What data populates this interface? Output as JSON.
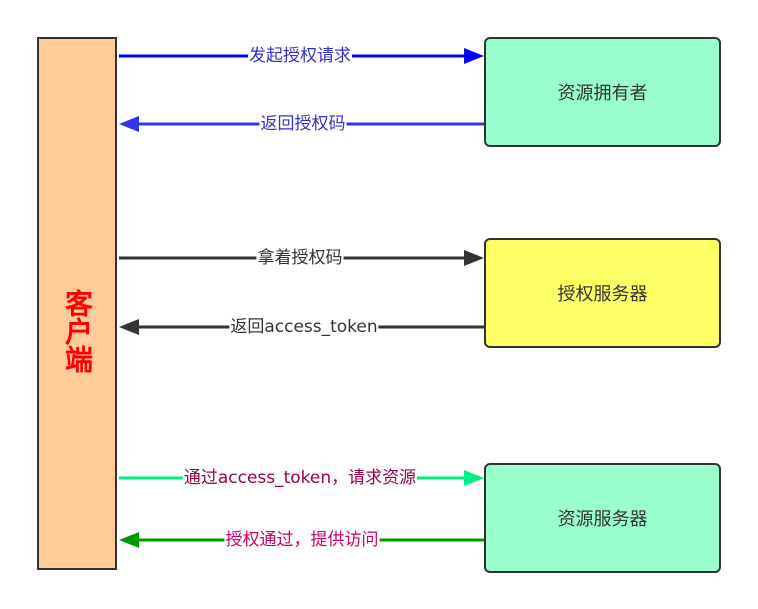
{
  "client": {
    "label": "客户端"
  },
  "boxes": {
    "resource_owner": "资源拥有者",
    "auth_server": "授权服务器",
    "resource_server": "资源服务器"
  },
  "arrows": {
    "request_auth": {
      "label": "发起授权请求",
      "color": "#0000ee",
      "text_color": "#3333cc"
    },
    "return_code": {
      "label": "返回授权码",
      "color": "#3333ee",
      "text_color": "#3333cc"
    },
    "with_code": {
      "label": "拿着授权码",
      "color": "#333333",
      "text_color": "#333333"
    },
    "return_token": {
      "label": "返回access_token",
      "color": "#333333",
      "text_color": "#333333"
    },
    "request_resource": {
      "label": "通过access_token，请求资源",
      "color": "#00ee88",
      "text_color": "#99004c"
    },
    "grant_access": {
      "label": "授权通过，提供访问",
      "color": "#009900",
      "text_color": "#cc0066"
    }
  }
}
